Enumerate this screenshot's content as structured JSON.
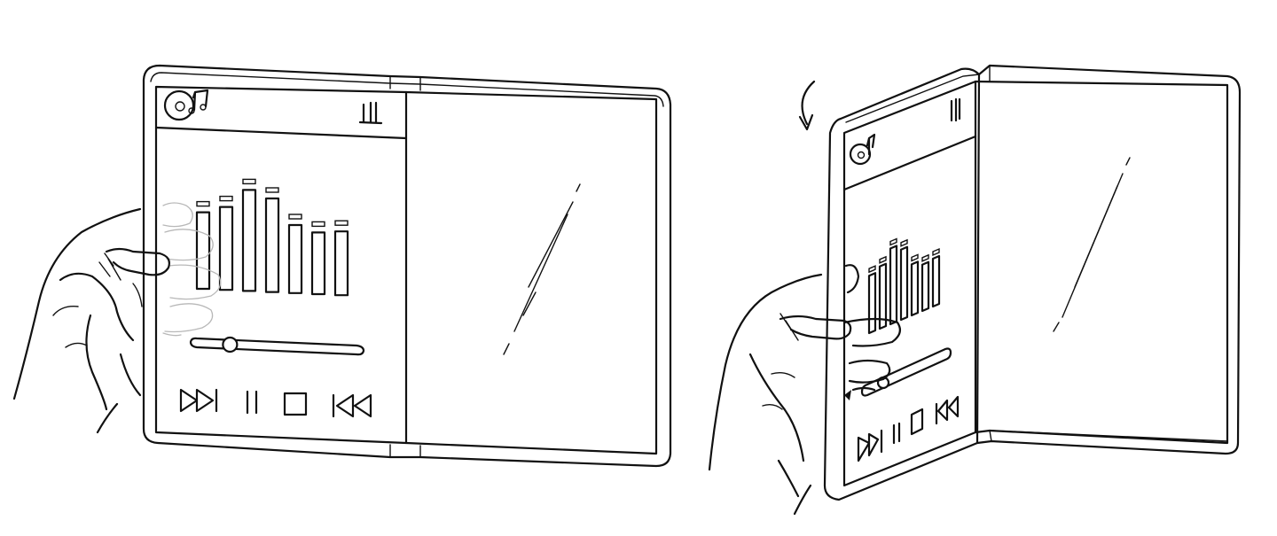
{
  "figure": {
    "description_free": true
  },
  "icons": {
    "app_icon": "music-disc-note-icon",
    "status_icon": "signal-bars-icon",
    "playback": [
      "fast-forward-icon",
      "pause-icon",
      "stop-icon",
      "rewind-icon"
    ]
  },
  "player": {
    "equalizer_levels": [
      0.72,
      0.78,
      0.95,
      0.88,
      0.64,
      0.58,
      0.6
    ],
    "progress_fraction": 0.22
  },
  "colors": {
    "line": "#111111",
    "ghost_hand": "#b8b8b8",
    "background": "#ffffff"
  }
}
